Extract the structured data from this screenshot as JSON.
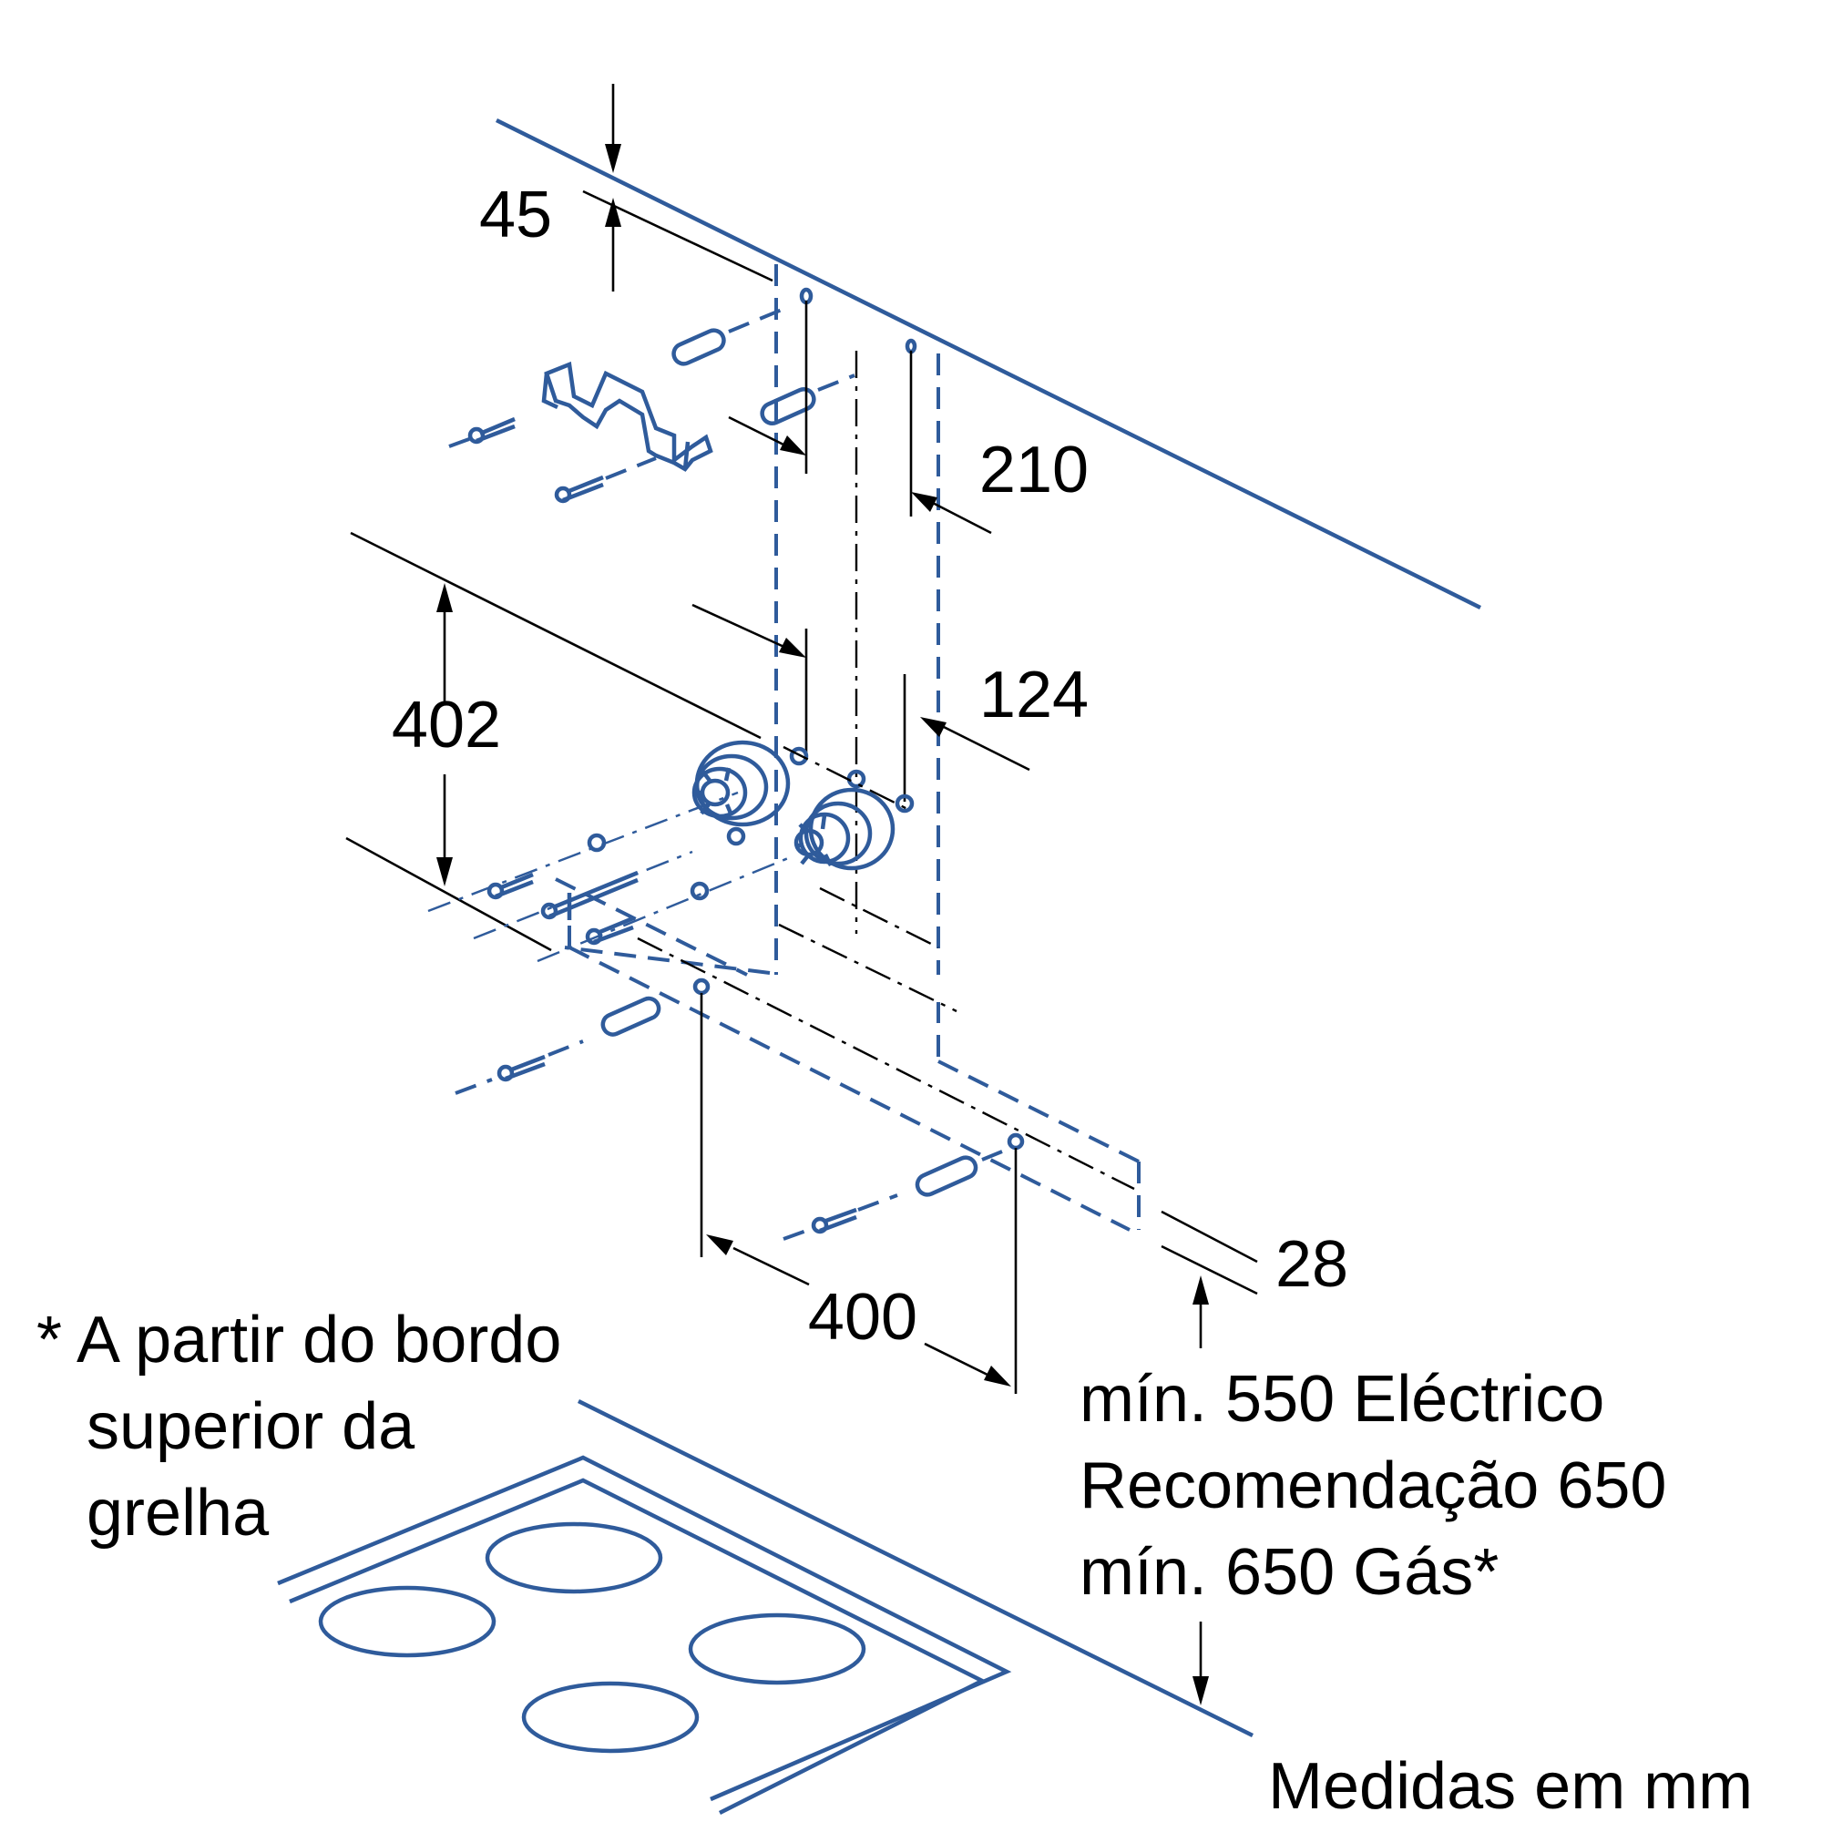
{
  "dimensions": {
    "d45": "45",
    "d210": "210",
    "d124": "124",
    "d402": "402",
    "d400": "400",
    "d28": "28"
  },
  "height_note": {
    "line1": "mín. 550 Eléctrico",
    "line2": "Recomendação 650",
    "line3": "mín. 650 Gás*"
  },
  "footnote": {
    "line1": "* A partir do bordo",
    "line2": "superior da",
    "line3": "grelha"
  },
  "units_label": "Medidas em mm",
  "colors": {
    "part_blue": "#2f5b9b",
    "dimension_black": "#000000"
  }
}
